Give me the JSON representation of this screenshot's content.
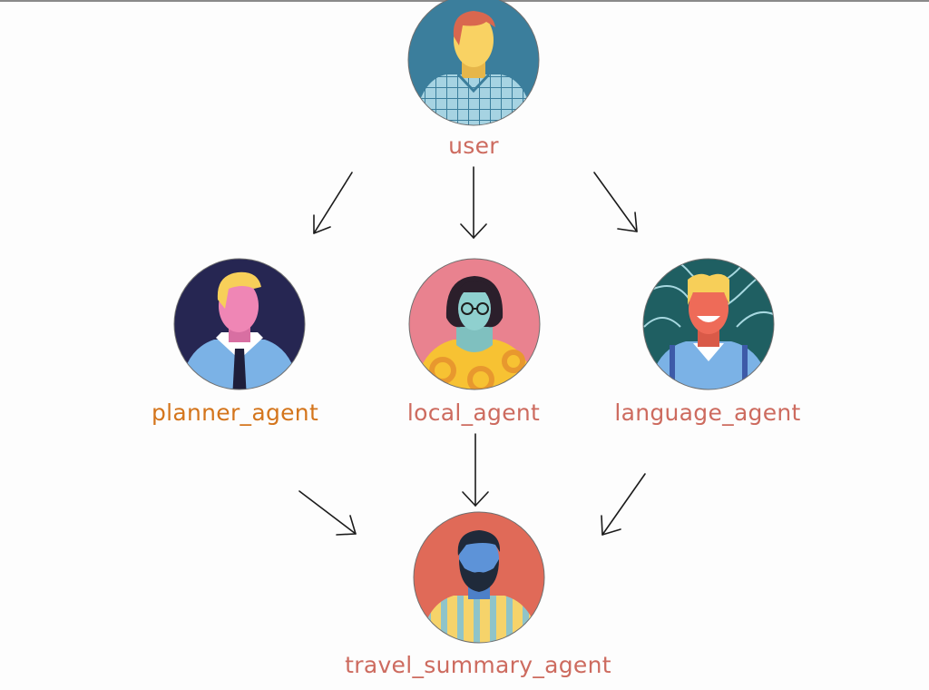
{
  "nodes": {
    "user": {
      "label": "user",
      "color": "#cd6b5f",
      "avatar": "man-with-plaid-shirt-avatar"
    },
    "planner_agent": {
      "label": "planner_agent",
      "color": "#d4751c",
      "avatar": "man-with-tie-avatar"
    },
    "local_agent": {
      "label": "local_agent",
      "color": "#cd6b5f",
      "avatar": "woman-with-glasses-avatar"
    },
    "language_agent": {
      "label": "language_agent",
      "color": "#cd6b5f",
      "avatar": "smiling-man-with-suspenders-avatar"
    },
    "travel_summary_agent": {
      "label": "travel_summary_agent",
      "color": "#cd6b5f",
      "avatar": "bearded-man-avatar"
    }
  },
  "edges": [
    {
      "from": "user",
      "to": "planner_agent"
    },
    {
      "from": "user",
      "to": "local_agent"
    },
    {
      "from": "user",
      "to": "language_agent"
    },
    {
      "from": "planner_agent",
      "to": "travel_summary_agent"
    },
    {
      "from": "local_agent",
      "to": "travel_summary_agent"
    },
    {
      "from": "language_agent",
      "to": "travel_summary_agent"
    }
  ],
  "colors": {
    "user_bg": "#3b7e9c",
    "planner_bg": "#262652",
    "local_bg": "#e9828f",
    "language_bg": "#1f5f62",
    "travel_bg": "#e06a58",
    "skin_user": "#f9d263",
    "skin_planner": "#ef86b5",
    "skin_local": "#8fd0cf",
    "skin_language": "#ee6b58",
    "skin_travel": "#5d93d8"
  }
}
